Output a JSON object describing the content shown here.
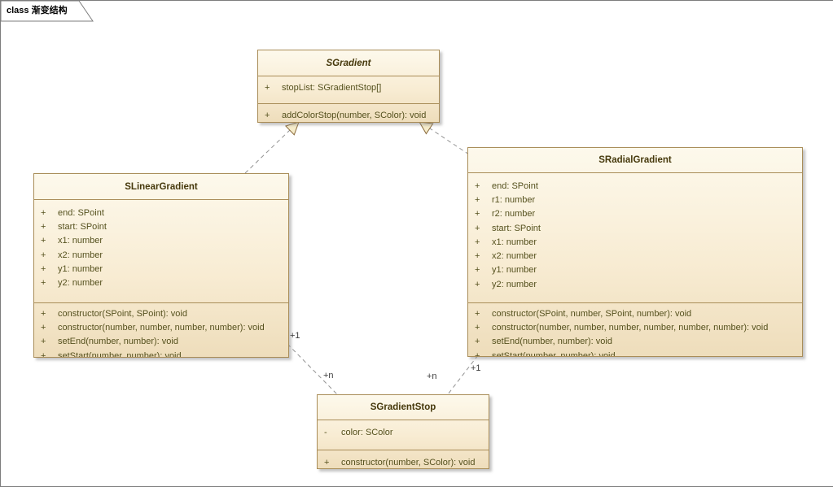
{
  "frame": {
    "title": "class 渐变结构"
  },
  "colors": {
    "box_fill_top": "#fdf9ec",
    "box_fill_bottom": "#eeddbb",
    "box_border": "#a98d58",
    "member_text": "#55511e",
    "title_text": "#46390c",
    "connector": "#929292",
    "arrowhead_fill": "#f6ecca",
    "arrowhead_border": "#8a6b3c"
  },
  "classes": [
    {
      "name": "SGradient",
      "abstract": true,
      "attributes": [
        {
          "vis": "+",
          "text": "stopList: SGradientStop[]"
        }
      ],
      "methods": [
        {
          "vis": "+",
          "text": "addColorStop(number, SColor): void"
        }
      ]
    },
    {
      "name": "SLinearGradient",
      "abstract": false,
      "attributes": [
        {
          "vis": "+",
          "text": "end: SPoint"
        },
        {
          "vis": "+",
          "text": "start: SPoint"
        },
        {
          "vis": "+",
          "text": "x1: number"
        },
        {
          "vis": "+",
          "text": "x2: number"
        },
        {
          "vis": "+",
          "text": "y1: number"
        },
        {
          "vis": "+",
          "text": "y2: number"
        }
      ],
      "methods": [
        {
          "vis": "+",
          "text": "constructor(SPoint, SPoint): void"
        },
        {
          "vis": "+",
          "text": "constructor(number, number, number, number): void"
        },
        {
          "vis": "+",
          "text": "setEnd(number, number): void"
        },
        {
          "vis": "+",
          "text": "setStart(number, number): void"
        }
      ]
    },
    {
      "name": "SRadialGradient",
      "abstract": false,
      "attributes": [
        {
          "vis": "+",
          "text": "end: SPoint"
        },
        {
          "vis": "+",
          "text": "r1: number"
        },
        {
          "vis": "+",
          "text": "r2: number"
        },
        {
          "vis": "+",
          "text": "start: SPoint"
        },
        {
          "vis": "+",
          "text": "x1: number"
        },
        {
          "vis": "+",
          "text": "x2: number"
        },
        {
          "vis": "+",
          "text": "y1: number"
        },
        {
          "vis": "+",
          "text": "y2: number"
        }
      ],
      "methods": [
        {
          "vis": "+",
          "text": "constructor(SPoint, number, SPoint, number): void"
        },
        {
          "vis": "+",
          "text": "constructor(number, number, number, number, number, number): void"
        },
        {
          "vis": "+",
          "text": "setEnd(number, number): void"
        },
        {
          "vis": "+",
          "text": "setStart(number, number): void"
        }
      ]
    },
    {
      "name": "SGradientStop",
      "abstract": false,
      "attributes": [
        {
          "vis": "-",
          "text": "color: SColor"
        }
      ],
      "methods": [
        {
          "vis": "+",
          "text": "constructor(number, SColor): void"
        }
      ]
    }
  ],
  "multiplicities": [
    "+1",
    "+n",
    "+1",
    "+n"
  ]
}
